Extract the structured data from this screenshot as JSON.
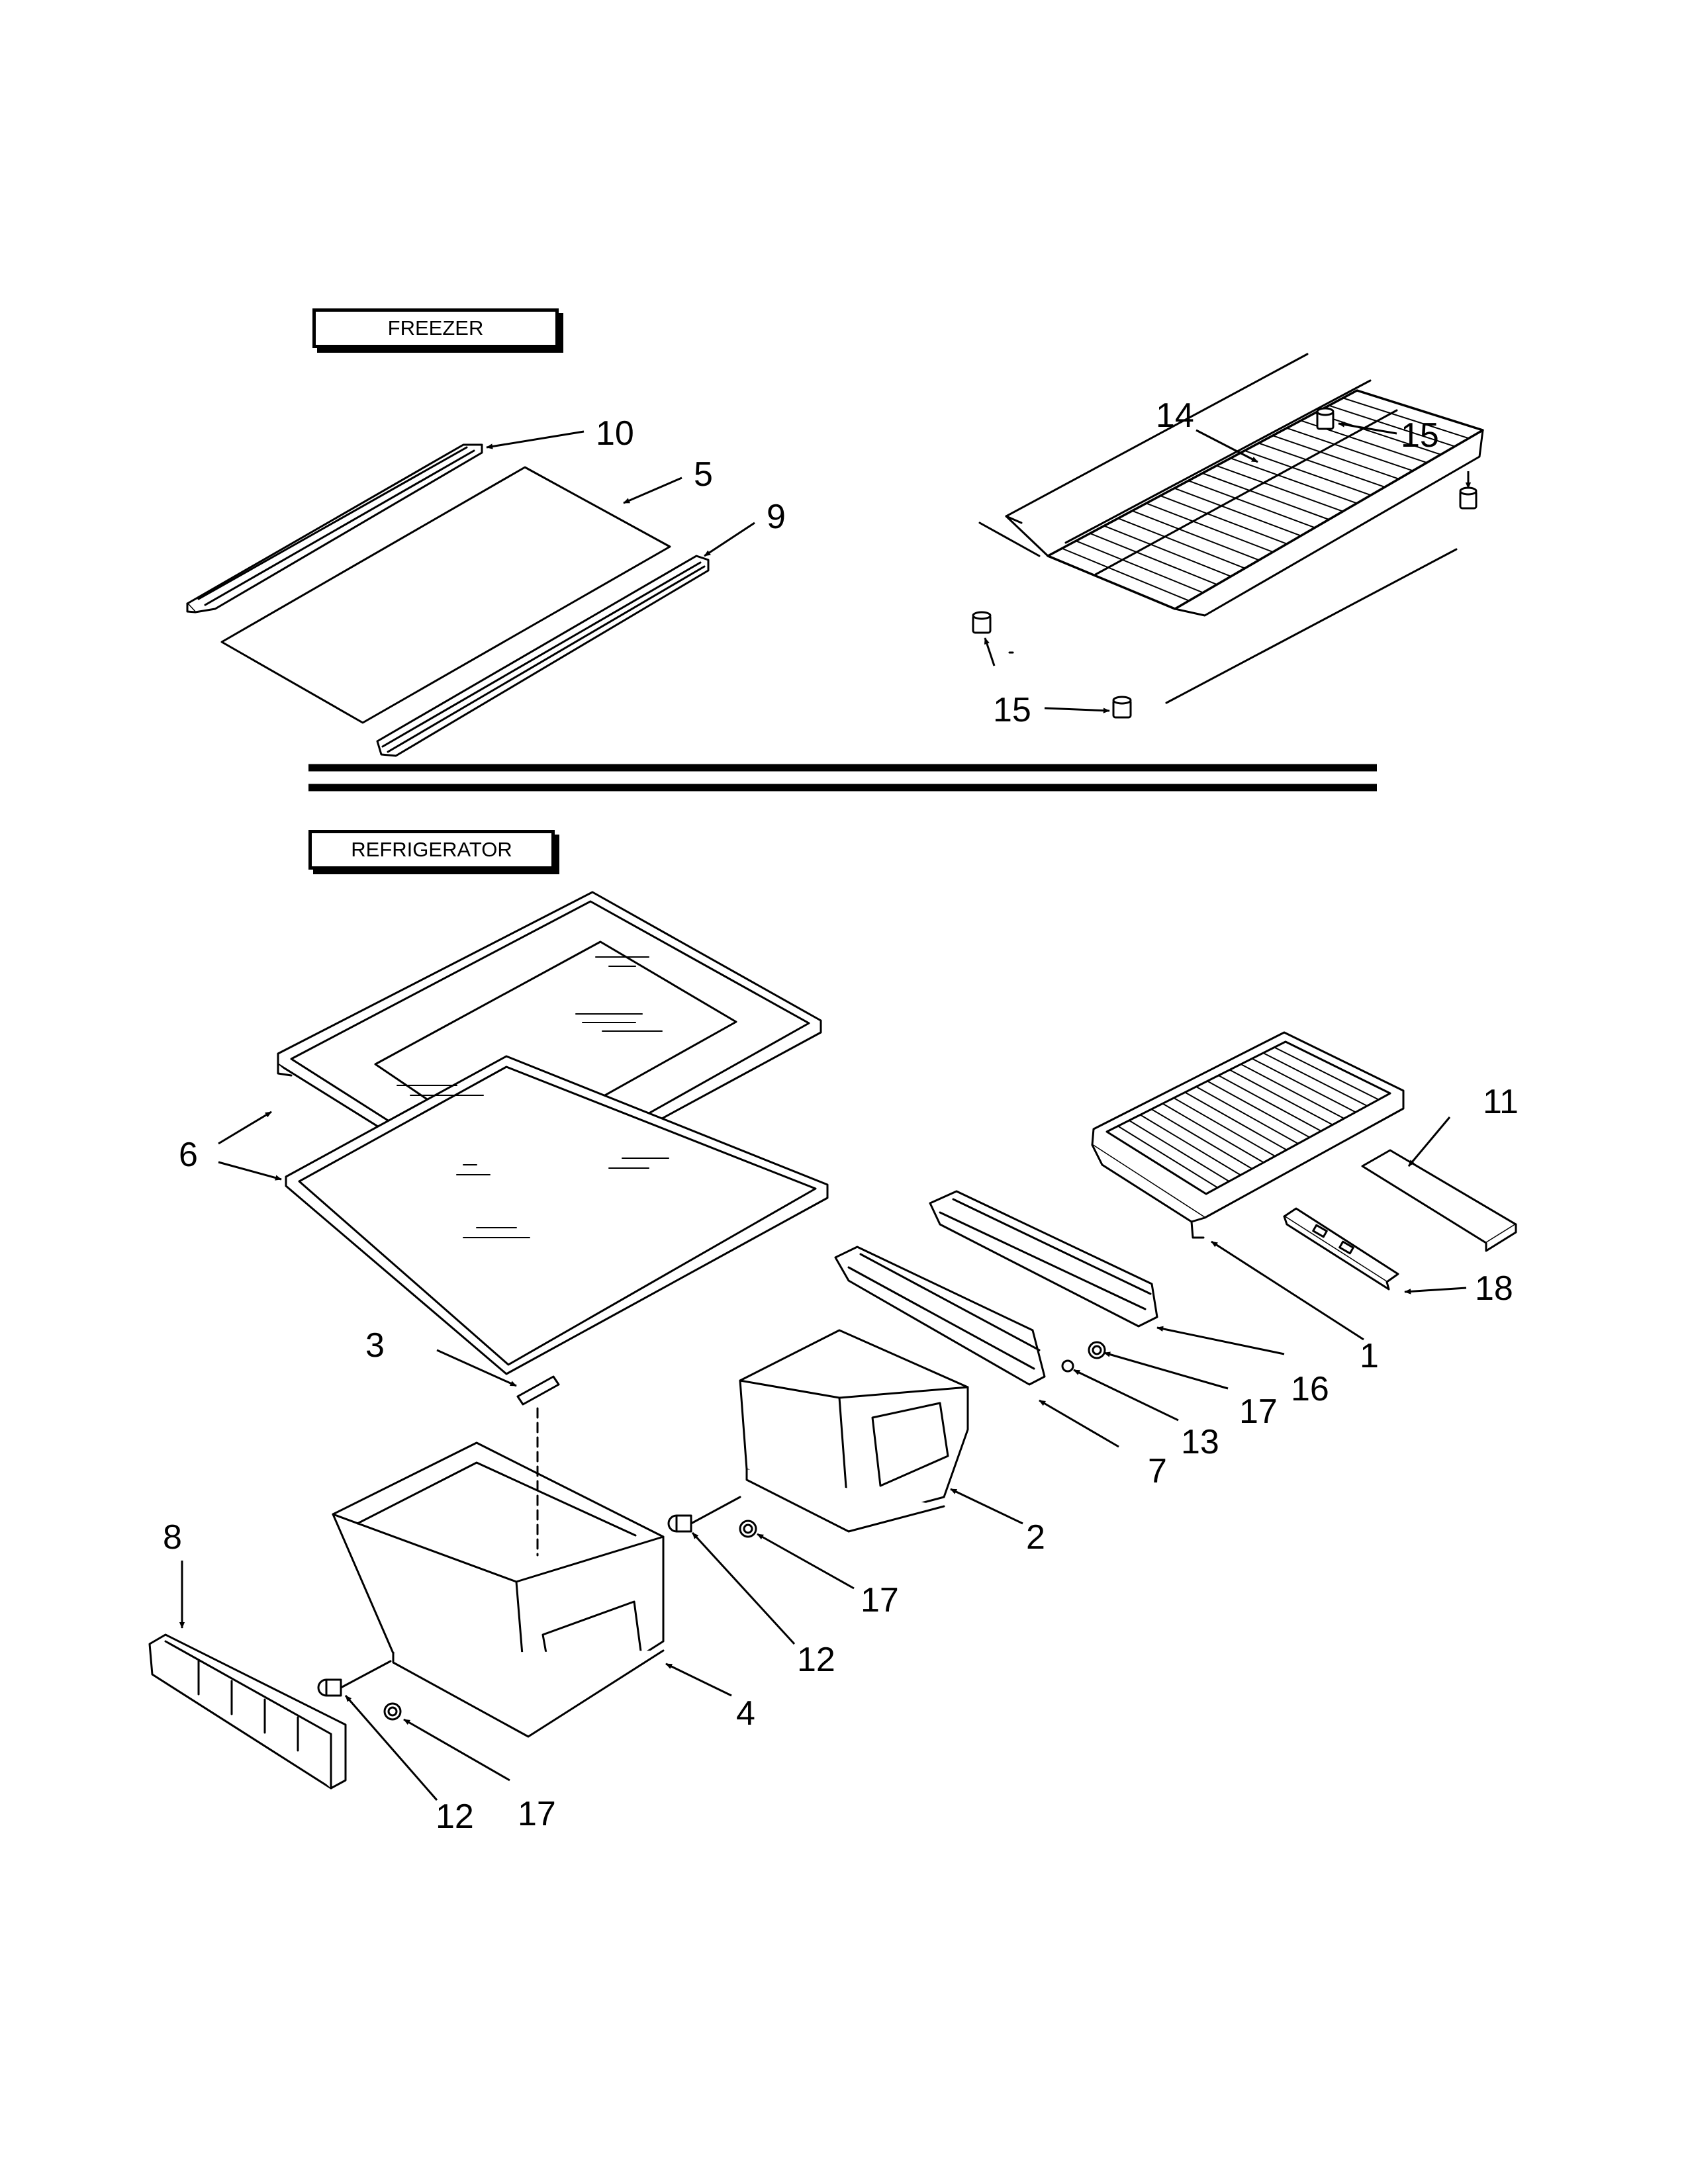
{
  "sections": {
    "freezer": "FREEZER",
    "refrigerator": "REFRIGERATOR"
  },
  "callouts": {
    "c1": "1",
    "c2": "2",
    "c3": "3",
    "c4": "4",
    "c5": "5",
    "c6": "6",
    "c7": "7",
    "c8": "8",
    "c9": "9",
    "c10": "10",
    "c11": "11",
    "c12a": "12",
    "c12b": "12",
    "c13": "13",
    "c14": "14",
    "c15a": "15",
    "c15b": "15",
    "c16": "16",
    "c17a": "17",
    "c17b": "17",
    "c17c": "17",
    "c18": "18"
  }
}
